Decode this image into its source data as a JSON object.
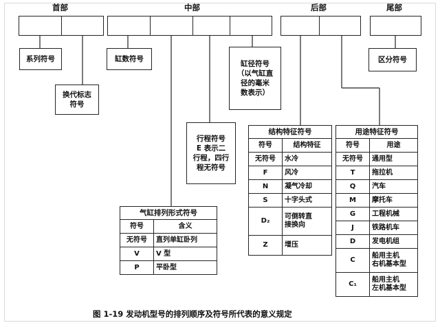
{
  "headers": {
    "head": "首部",
    "middle": "中部",
    "tail_rear": "后部",
    "tail": "尾部"
  },
  "labels": {
    "series": "系列符号",
    "generation": "换代标志\n符号",
    "cyl_count": "缸数符号",
    "bore": "缸径符号\n（以气缸直\n径的毫米\n数表示）",
    "stroke": "行程符号\nE 表示二\n行程，四行\n程无符号",
    "distinguish": "区分符号"
  },
  "cyl_table": {
    "title": "气缸排列形式符号",
    "col1": "符号",
    "col2": "含义",
    "rows": [
      [
        "无符号",
        "直列单缸卧列"
      ],
      [
        "V",
        "V 型"
      ],
      [
        "P",
        "平卧型"
      ]
    ]
  },
  "struct_table": {
    "title": "结构特征符号",
    "col1": "符号",
    "col2": "结构特征",
    "rows": [
      [
        "无符号",
        "水冷"
      ],
      [
        "F",
        "风冷"
      ],
      [
        "N",
        "凝气冷却"
      ],
      [
        "S",
        "十字头式"
      ],
      [
        "D₂",
        "可倒转直\n接换向"
      ],
      [
        "Z",
        "增压"
      ]
    ]
  },
  "use_table": {
    "title": "用途特征符号",
    "col1": "符号",
    "col2": "用途",
    "rows": [
      [
        "无符号",
        "通用型"
      ],
      [
        "T",
        "拖拉机"
      ],
      [
        "Q",
        "汽车"
      ],
      [
        "M",
        "摩托车"
      ],
      [
        "G",
        "工程机械"
      ],
      [
        "J",
        "铁路机车"
      ],
      [
        "D",
        "发电机组"
      ],
      [
        "C",
        "船用主机\n右机基本型"
      ],
      [
        "C₁",
        "船用主机\n左机基本型"
      ]
    ]
  },
  "caption": "图 1-19   发动机型号的排列顺序及符号所代表的意义规定"
}
